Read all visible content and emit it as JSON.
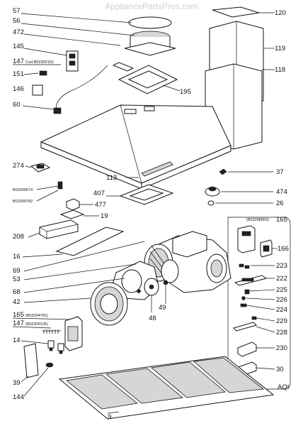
{
  "watermark": "AppliancePartsPros.com",
  "diagram_title": "AQI",
  "labels": {
    "p57": "57",
    "p56": "56",
    "p472": "472",
    "p145": "145",
    "p147a": "147",
    "p147a_code": "Cod.B02300152",
    "p151": "151",
    "p146": "146",
    "p60": "60",
    "p120": "120",
    "p119": "119",
    "p118": "118",
    "p195": "195",
    "p274": "274",
    "p113": "113",
    "p37": "37",
    "code_b674": "B02300674",
    "code_b782": "B02300782",
    "p407": "407",
    "p474": "474",
    "p477": "477",
    "p26": "26",
    "p19": "19",
    "p165a": "165",
    "p165a_code": "(B03298063)",
    "p208": "208",
    "p166": "166",
    "p16": "16",
    "p69": "69",
    "p223": "223",
    "p53": "53",
    "p222": "222",
    "p68": "68",
    "p225": "225",
    "p42": "42",
    "p226": "226",
    "p49": "49",
    "p224": "224",
    "p48": "48",
    "p165b": "165",
    "p165b_code": "(B03294781)",
    "p229": "229",
    "p147b": "147",
    "p147b_code": "(B02300135)",
    "p228": "228",
    "p14": "14",
    "p230": "230",
    "p30": "30",
    "p39": "39",
    "p144": "144",
    "p9": "9"
  }
}
